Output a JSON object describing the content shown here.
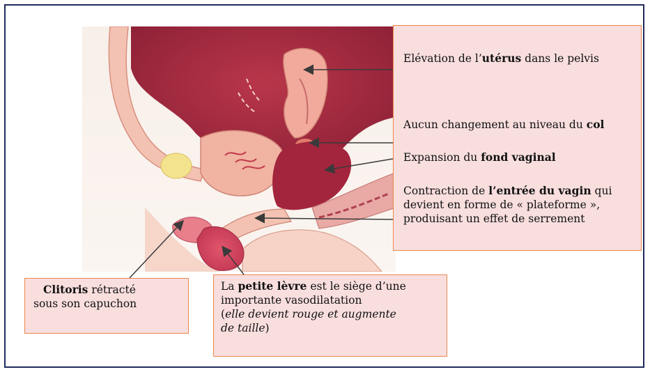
{
  "labels": {
    "uterus": {
      "pre": "Elévation de l’",
      "bold": "utérus",
      "post": " dans le pelvis"
    },
    "col": {
      "pre": "Aucun changement au niveau du ",
      "bold": "col",
      "post": ""
    },
    "fond": {
      "pre": "Expansion du ",
      "bold": "fond vaginal",
      "post": ""
    },
    "entree": {
      "pre": "Contraction de ",
      "bold": "l’entrée du vagin",
      "post": " qui",
      "line2": "devient en forme de « plateforme »,",
      "line3": "produisant un effet de serrement"
    },
    "clitoris": {
      "bold": "Clitoris",
      "post": " rétracté",
      "line2": "sous son capuchon"
    },
    "levre": {
      "pre": "La ",
      "bold": "petite lèvre",
      "post": " est le siège d’une",
      "line2": "importante vasodilatation",
      "line3_open": "(",
      "line3_italic": "elle  devient rouge et augmente",
      "line4_italic": "de taille",
      "line4_close": ")"
    }
  },
  "colors": {
    "box_fill": "#f9dede",
    "box_border": "#e9874b",
    "frame_border": "#1f2a5c",
    "tissue_dark": "#a0283f",
    "tissue_light": "#f1b3a2",
    "arrow": "#3a3a3a"
  }
}
